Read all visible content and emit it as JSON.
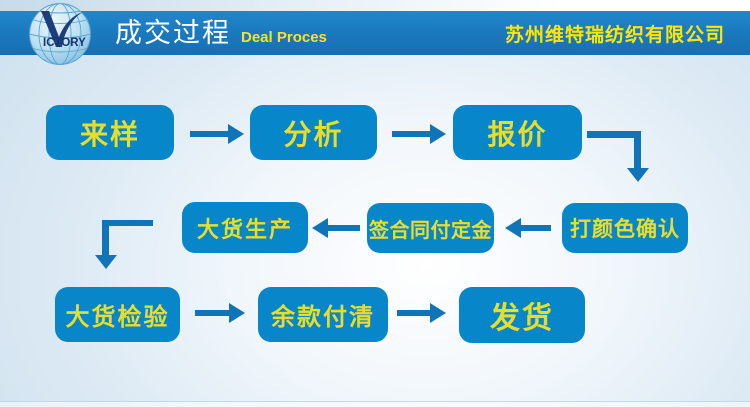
{
  "header": {
    "title_cn": "成交过程",
    "title_en": "Deal Proces",
    "company": "苏州维特瑞纺织有限公司"
  },
  "logo": {
    "name": "victory-globe",
    "text": "ICTORY"
  },
  "flow": {
    "steps": [
      {
        "label": "来样"
      },
      {
        "label": "分析"
      },
      {
        "label": "报价"
      },
      {
        "label": "打颜色确认"
      },
      {
        "label": "签合同付定金"
      },
      {
        "label": "大货生产"
      },
      {
        "label": "大货检验"
      },
      {
        "label": "余款付清"
      },
      {
        "label": "发货"
      }
    ]
  },
  "colors": {
    "header_bar": "#1a78bd",
    "box_fill": "#0787ca",
    "arrow": "#0f74b8",
    "header_yellow": "#ffe600",
    "box_text_yellow": "#e9dd2b"
  }
}
